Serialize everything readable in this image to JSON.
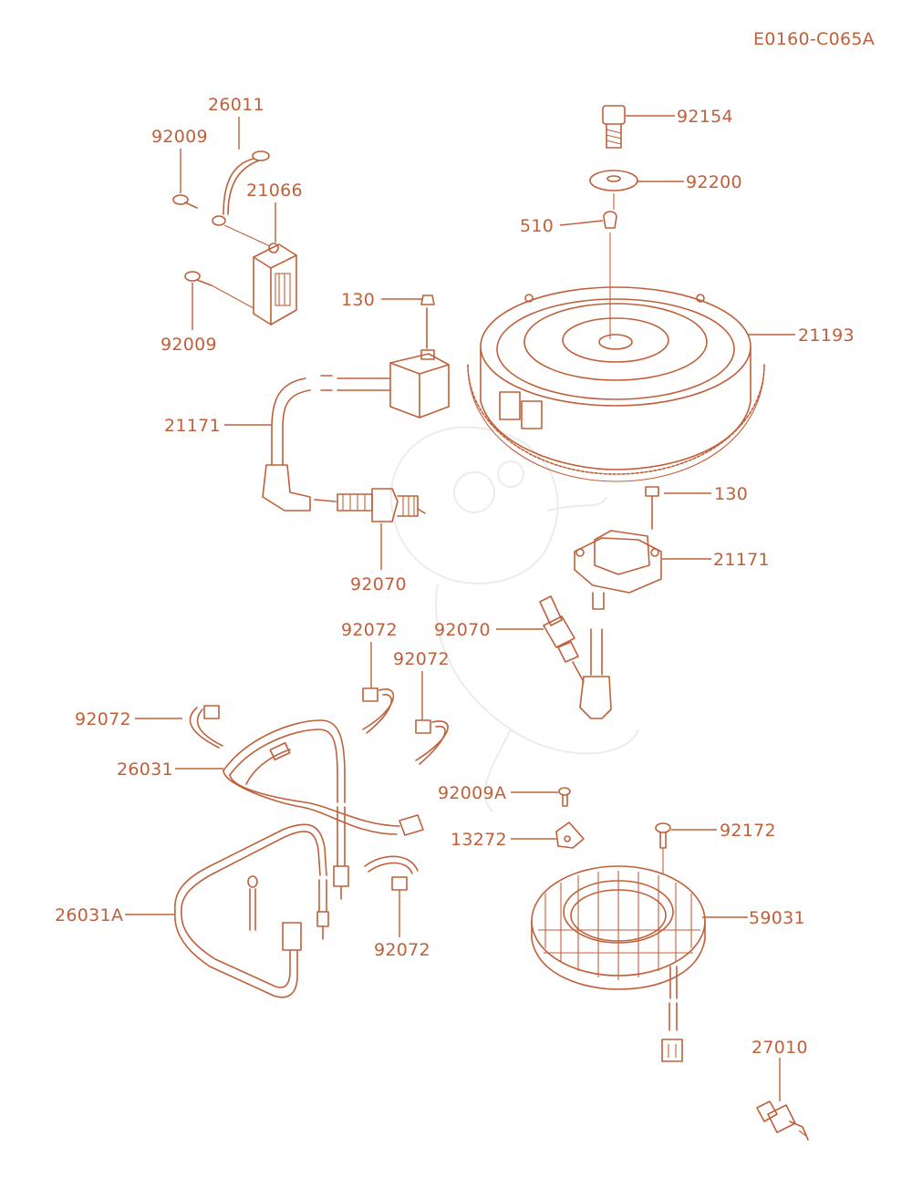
{
  "diagram_code": "E0160-C065A",
  "colors": {
    "line": "#c0603a",
    "background": "#ffffff",
    "watermark": "#ececec"
  },
  "labels": {
    "p26011": "26011",
    "p92009_top": "92009",
    "p21066": "21066",
    "p92009_bottom": "92009",
    "p130_top": "130",
    "p21171_left": "21171",
    "p92070_left": "92070",
    "p92154": "92154",
    "p92200": "92200",
    "p510": "510",
    "p21193": "21193",
    "p130_right": "130",
    "p21171_right": "21171",
    "p92070_right": "92070",
    "p92072_a": "92072",
    "p92072_b": "92072",
    "p92072_c": "92072",
    "p92072_d": "92072",
    "p26031": "26031",
    "p26031A": "26031A",
    "p92009A": "92009A",
    "p13272": "13272",
    "p92172": "92172",
    "p59031": "59031",
    "p27010": "27010"
  }
}
